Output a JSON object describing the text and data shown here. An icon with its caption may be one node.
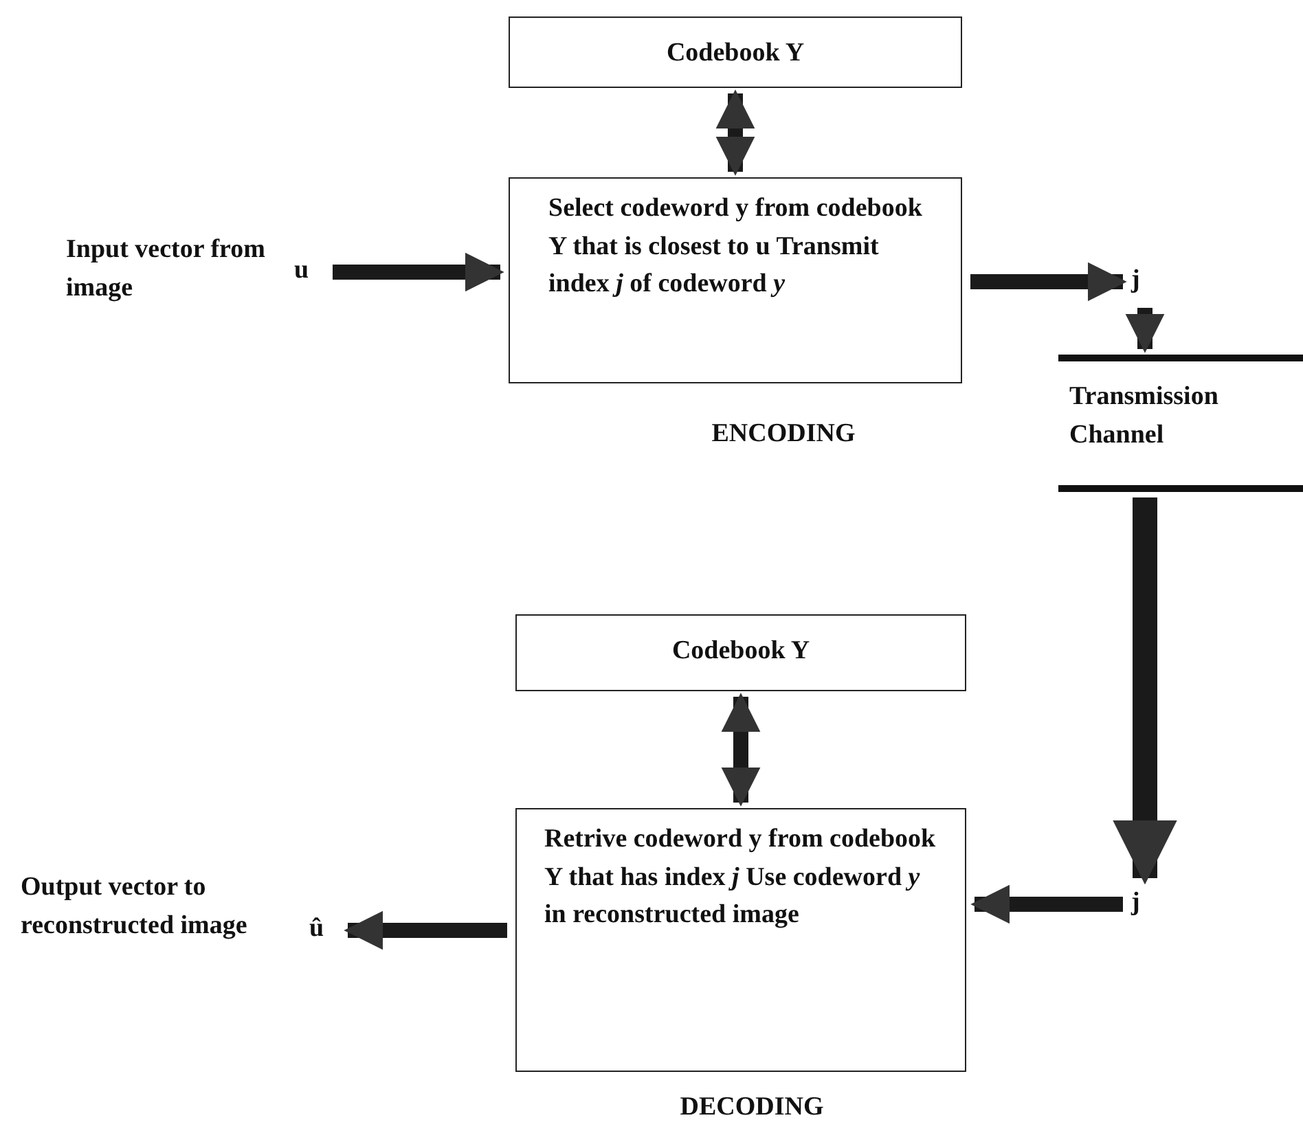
{
  "diagram": {
    "nodes": [
      {
        "text": [
          "Codebook Y"
        ]
      },
      {
        "text": [
          "Select codeword y from codebook Y that is closest to u Transmit index *j* of codeword *y*"
        ],
        "beside": [
          "ENCODING"
        ]
      },
      {
        "text": [
          "u"
        ],
        "beside": [
          "Input vector from image"
        ]
      },
      {
        "text": [
          "j"
        ]
      },
      {
        "text": [
          "Transmission Channel"
        ]
      },
      {
        "text": [
          "j"
        ]
      },
      {
        "text": [
          "Codebook Y"
        ]
      },
      {
        "text": [
          "Retrive codeword y from codebook Y that has index *j* Use codeword *y* in reconstructed image"
        ],
        "beside": [
          "DECODING"
        ]
      },
      {
        "text": [
          "û"
        ],
        "beside": [
          "Output vector to reconstructed image"
        ]
      }
    ],
    "edges": [
      {
        "from": 0,
        "to": 1,
        "arrow": "both"
      },
      {
        "from": 2,
        "to": 1,
        "arrow": "to"
      },
      {
        "from": 1,
        "to": 3,
        "arrow": "to"
      },
      {
        "from": 3,
        "to": 4,
        "arrow": "to"
      },
      {
        "from": 4,
        "to": 5,
        "arrow": "to"
      },
      {
        "from": 5,
        "to": 7,
        "arrow": "to"
      },
      {
        "from": 6,
        "to": 7,
        "arrow": "both"
      },
      {
        "from": 7,
        "to": 8,
        "arrow": "to"
      }
    ]
  }
}
